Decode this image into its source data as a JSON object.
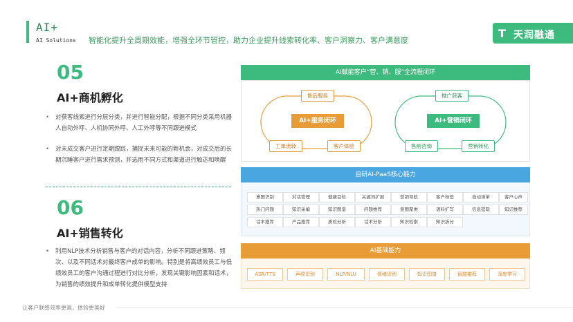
{
  "header": {
    "title": "AI+",
    "subtitle": "AI Solutions",
    "tagline": "智能化提升全周期效能，增强全环节管控，助力企业提升线索转化率、客户洞察力、客户满意度"
  },
  "logo": {
    "mark": "T",
    "text": "天润融通"
  },
  "sections": [
    {
      "number": "05",
      "title": "AI+商机孵化",
      "bullets": [
        "对获客线索进行分层分类，并进行智能分配，根据不同分类采用机器人自动外呼、人机协同外呼、人工外呼等不同跟进模式",
        "对未成交客户进行定期跟踪，捕捉未来可能的新机会，对成交后的长期沉睡客户进行需求预测，并选用不同方式和渠道进行触达和唤醒"
      ]
    },
    {
      "number": "06",
      "title": "AI+销售转化",
      "bullets": [
        "利用NLP技术分析销售与客户的对话内容，分析不同跟进策略、频次、以及不同话术对最终客户成单的影响。特别是将高绩效员工与低绩效员工的客户沟通过程进行对比分析，发现关键影响因素和话术，为销售的绩效提升和成单转化提供模型支持"
      ]
    }
  ],
  "loop_panel": {
    "header": "AI赋能客户“营、销、服”全流程闭环",
    "service_loop": {
      "center": "AI+服务闭环",
      "nodes": [
        "售后服务",
        "工单流转",
        "客户体验"
      ]
    },
    "marketing_loop": {
      "center": "AI+营销闭环",
      "nodes": [
        "推广获客",
        "售前咨询",
        "营销转化"
      ]
    }
  },
  "paas_panel": {
    "header": "自研AI-PaaS核心能力",
    "rows": [
      [
        "意图识别",
        "对话管理",
        "健康目检",
        "关键词扩展",
        "营销导航",
        "客户标签",
        "自动填单",
        "客户心声"
      ],
      [
        "热门问题",
        "知识采编",
        "知识图谱",
        "问题推荐",
        "意图聚类",
        "语料扩写",
        "信息提取",
        "知识推荐"
      ],
      [
        "话术推荐",
        "产品推荐",
        "质检分析",
        "话术分析",
        "知识检索",
        "知识拆分"
      ]
    ]
  },
  "base_panel": {
    "header": "AI基础能力",
    "items": [
      "ASR/TTS",
      "声纹识别",
      "NLP/NLU",
      "情绪识别",
      "知识图谱",
      "智能推荐",
      "深度学习"
    ]
  },
  "footer": {
    "text": "让客户联络效率更高，体验更美好"
  },
  "colors": {
    "green": "#3dba7e",
    "orange": "#e89c36",
    "blue": "#4aa6e0"
  }
}
